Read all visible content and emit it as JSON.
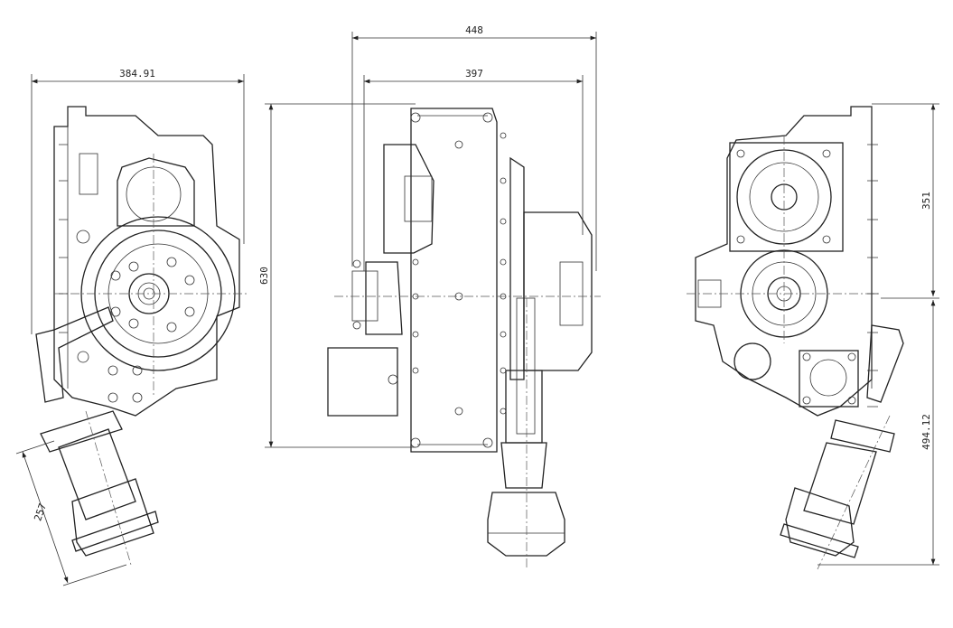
{
  "title": "Gearbox assembly drawing – three views",
  "dimensions": {
    "left_width": "384.91",
    "middle_overall_width": "448",
    "middle_inner_width": "397",
    "middle_height": "630",
    "left_cylinder_length": "257",
    "right_upper_height": "351",
    "right_lower_height": "494.12"
  },
  "colors": {
    "line": "#222222",
    "background": "#ffffff"
  }
}
